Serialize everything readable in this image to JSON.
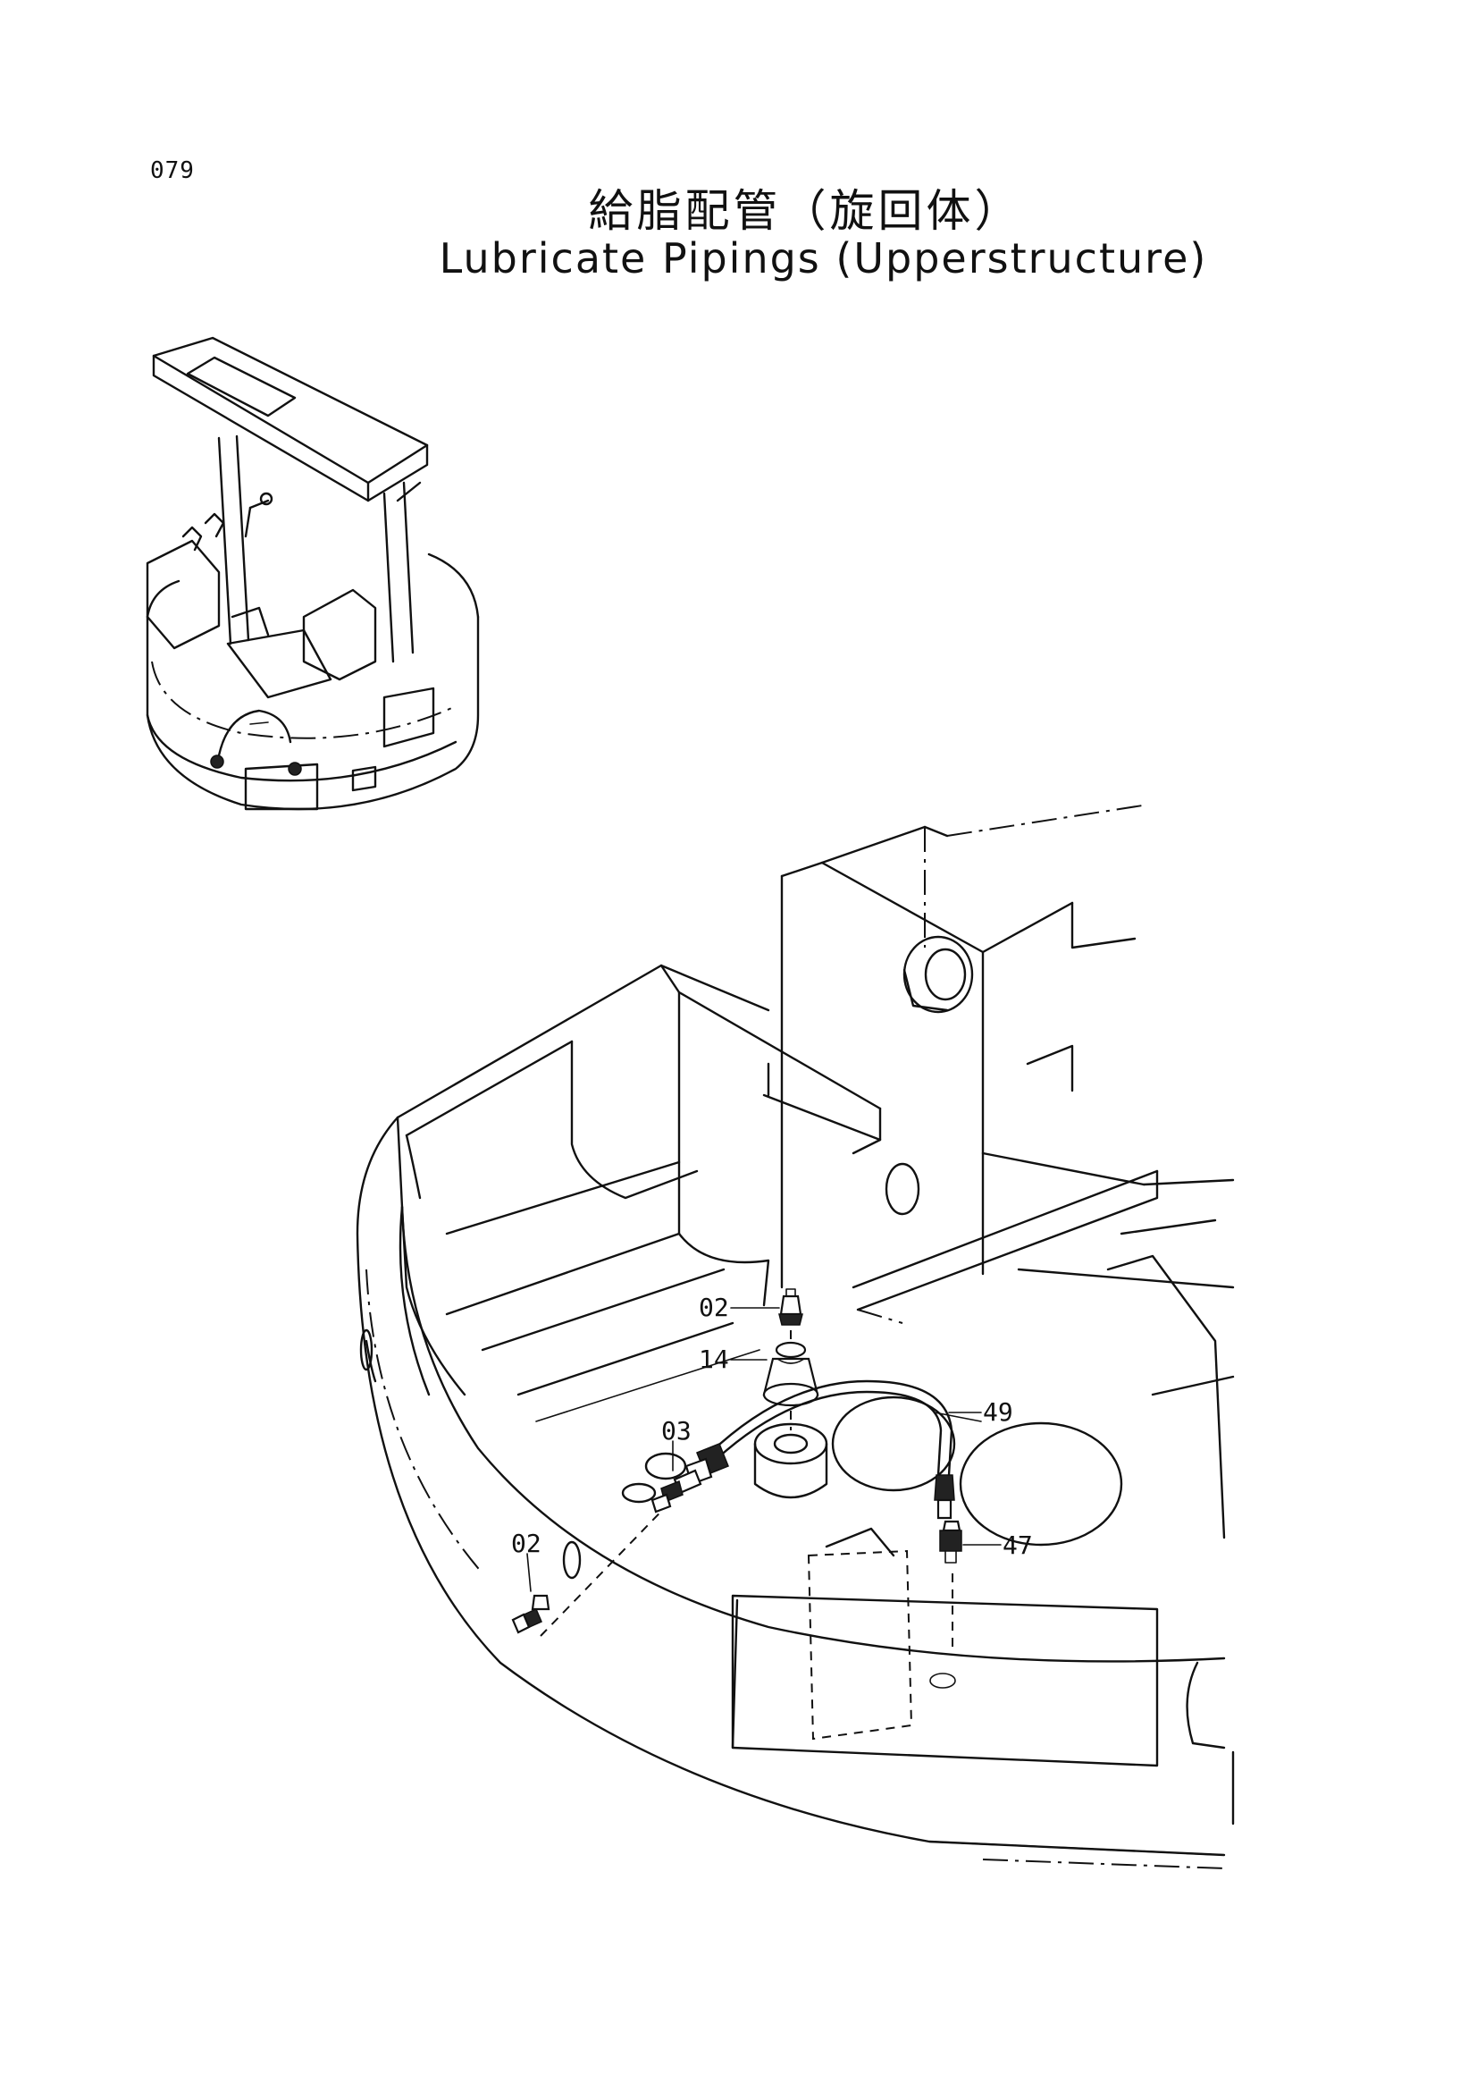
{
  "page_number": "079",
  "title_japanese": "給脂配管（旋回体）",
  "title_english": "Lubricate Pipings (Upperstructure)",
  "callouts": {
    "c1": "02",
    "c2": "14",
    "c3": "49",
    "c4": "03",
    "c5": "47",
    "c6": "02"
  }
}
